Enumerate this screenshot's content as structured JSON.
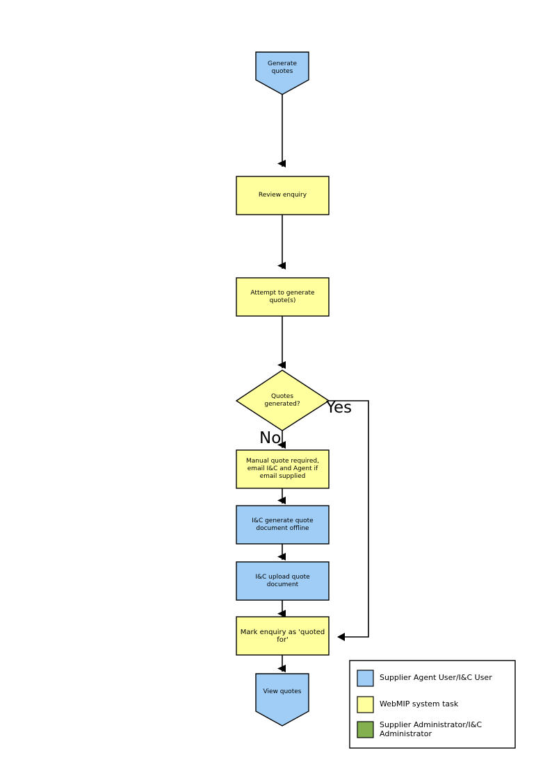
{
  "diagram": {
    "type": "flowchart",
    "title": "Generate quotes process flow",
    "colors": {
      "user_task_fill": "#9FCDF5",
      "system_task_fill": "#FFFF9E",
      "admin_task_fill": "#84B050",
      "stroke": "#000000",
      "background": "#FFFFFF"
    },
    "nodes": [
      {
        "id": "generate-quotes",
        "shape": "pentagon-down",
        "label": "Generate\nquotes",
        "fill": "#9FCDF5"
      },
      {
        "id": "review-enquiry",
        "shape": "rectangle",
        "label": "Review enquiry",
        "fill": "#FFFF9E"
      },
      {
        "id": "attempt-generate-quotes",
        "shape": "rectangle",
        "label": "Attempt to generate\nquote(s)",
        "fill": "#FFFF9E"
      },
      {
        "id": "quotes-generated-decision",
        "shape": "diamond",
        "label": "Quotes\ngenerated?",
        "fill": "#FFFF9E"
      },
      {
        "id": "manual-quote-required",
        "shape": "rectangle",
        "label": "Manual quote required,\nemail I&C and Agent if\nemail supplied",
        "fill": "#FFFF9E"
      },
      {
        "id": "ic-generate-quote-offline",
        "shape": "rectangle",
        "label": "I&C generate quote\ndocument offline",
        "fill": "#9FCDF5"
      },
      {
        "id": "ic-upload-quote-document",
        "shape": "rectangle",
        "label": "I&C upload quote\ndocument",
        "fill": "#9FCDF5"
      },
      {
        "id": "mark-enquiry-quoted-for",
        "shape": "rectangle",
        "label": "Mark enquiry as 'quoted for'",
        "fill": "#FFFF9E"
      },
      {
        "id": "view-quotes",
        "shape": "pentagon-down",
        "label": "View quotes",
        "fill": "#9FCDF5"
      }
    ],
    "branch_labels": {
      "yes": "Yes",
      "no": "No"
    },
    "edges": [
      {
        "from": "generate-quotes",
        "to": "review-enquiry",
        "label": ""
      },
      {
        "from": "review-enquiry",
        "to": "attempt-generate-quotes",
        "label": ""
      },
      {
        "from": "attempt-generate-quotes",
        "to": "quotes-generated-decision",
        "label": ""
      },
      {
        "from": "quotes-generated-decision",
        "to": "manual-quote-required",
        "label": "No"
      },
      {
        "from": "quotes-generated-decision",
        "to": "mark-enquiry-quoted-for",
        "label": "Yes"
      },
      {
        "from": "manual-quote-required",
        "to": "ic-generate-quote-offline",
        "label": ""
      },
      {
        "from": "ic-generate-quote-offline",
        "to": "ic-upload-quote-document",
        "label": ""
      },
      {
        "from": "ic-upload-quote-document",
        "to": "mark-enquiry-quoted-for",
        "label": ""
      },
      {
        "from": "mark-enquiry-quoted-for",
        "to": "view-quotes",
        "label": ""
      }
    ]
  },
  "legend": {
    "items": [
      {
        "swatch_color": "#9FCDF5",
        "label": "Supplier Agent User/I&C User"
      },
      {
        "swatch_color": "#FFFF9E",
        "label": "WebMIP system task"
      },
      {
        "swatch_color": "#84B050",
        "label": "Supplier Administrator/I&C\nAdministrator"
      }
    ]
  }
}
